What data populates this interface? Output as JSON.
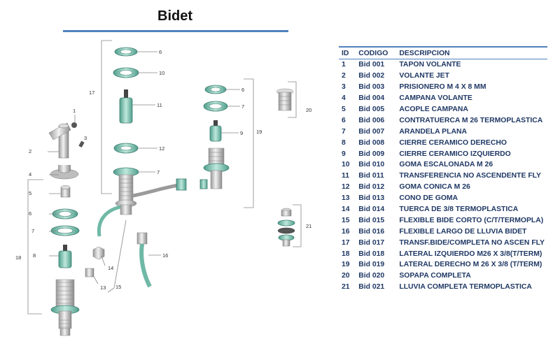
{
  "title": "Bidet",
  "table": {
    "headers": [
      "ID",
      "CODIGO",
      "DESCRIPCION"
    ],
    "rows": [
      [
        "1",
        "Bid 001",
        "TAPON VOLANTE"
      ],
      [
        "2",
        "Bid 002",
        "VOLANTE JET"
      ],
      [
        "3",
        "Bid 003",
        "PRISIONERO M 4 X 8 MM"
      ],
      [
        "4",
        "Bid 004",
        "CAMPANA VOLANTE"
      ],
      [
        "5",
        "Bid 005",
        "ACOPLE CAMPANA"
      ],
      [
        "6",
        "Bid 006",
        "CONTRATUERCA M 26 TERMOPLASTICA"
      ],
      [
        "7",
        "Bid 007",
        "ARANDELA PLANA"
      ],
      [
        "8",
        "Bid 008",
        "CIERRE CERAMICO DERECHO"
      ],
      [
        "9",
        "Bid 009",
        "CIERRE CERAMICO IZQUIERDO"
      ],
      [
        "10",
        "Bid 010",
        "GOMA ESCALONADA M 26"
      ],
      [
        "11",
        "Bid 011",
        "TRANSFERENCIA NO ASCENDENTE FLY"
      ],
      [
        "12",
        "Bid 012",
        "GOMA CONICA M 26"
      ],
      [
        "13",
        "Bid 013",
        "CONO DE GOMA"
      ],
      [
        "14",
        "Bid 014",
        "TUERCA DE 3/8 TERMOPLASTICA"
      ],
      [
        "15",
        "Bid 015",
        "FLEXIBLE BIDE CORTO (C/T/TERMOPLA)"
      ],
      [
        "16",
        "Bid 016",
        "FLEXIBLE LARGO DE LLUVIA BIDET"
      ],
      [
        "17",
        "Bid 017",
        "TRANSF.BIDE/COMPLETA NO ASCEN FLY"
      ],
      [
        "18",
        "Bid 018",
        "LATERAL IZQUIERDO M26 X 3/8(T/TERM)"
      ],
      [
        "19",
        "Bid 019",
        "LATERAL DERECHO M 26 X 3/8 (T/TERM)"
      ],
      [
        "20",
        "Bid 020",
        "SOPAPA COMPLETA"
      ],
      [
        "21",
        "Bid 021",
        "LLUVIA COMPLETA TERMOPLASTICA"
      ]
    ]
  },
  "diagram": {
    "callouts": [
      "1",
      "2",
      "3",
      "4",
      "5",
      "6",
      "7",
      "8",
      "18",
      "6",
      "10",
      "17",
      "11",
      "12",
      "7",
      "14",
      "13",
      "15",
      "16",
      "6",
      "7",
      "9",
      "19",
      "20",
      "21"
    ]
  },
  "colors": {
    "accent_blue": "#4f81bd",
    "text_navy": "#1f3864",
    "part_teal": "#8fcfbf",
    "part_teal_dark": "#3c7d70",
    "metal_gray": "#c9c9c9"
  }
}
